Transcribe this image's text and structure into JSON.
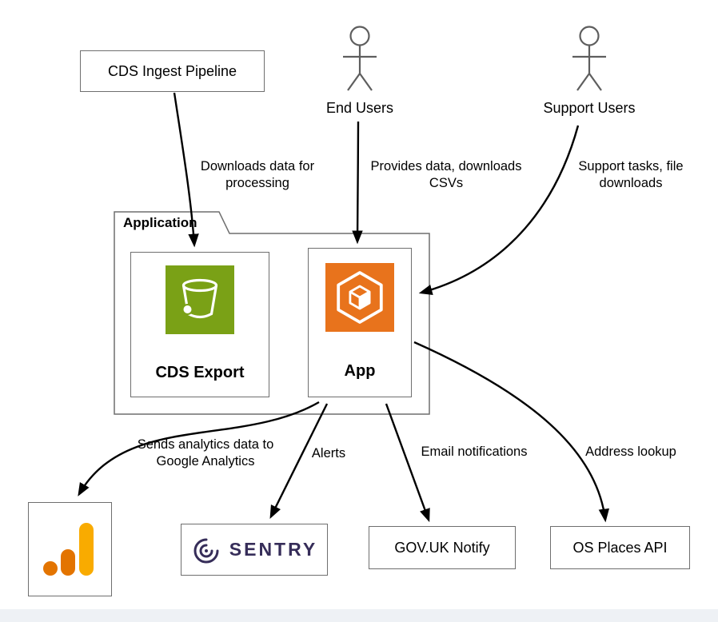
{
  "colors": {
    "s3_green": "#7AA116",
    "ecs_orange": "#E8731C",
    "sentry_purple": "#362D59",
    "ga_yellow": "#F9AB00",
    "ga_orange": "#E37400",
    "box_border": "#6F6F6F",
    "actor_gray": "#5E5E5E",
    "arrow_color": "#000000"
  },
  "nodes": {
    "cds_ingest_pipeline": {
      "label": "CDS Ingest Pipeline"
    },
    "end_users": {
      "label": "End Users",
      "icon": "person-actor-icon"
    },
    "support_users": {
      "label": "Support Users",
      "icon": "person-actor-icon"
    },
    "application_boundary": {
      "label": "Application"
    },
    "cds_export": {
      "label": "CDS Export",
      "icon": "aws-s3-bucket-icon"
    },
    "app": {
      "label": "App",
      "icon": "aws-ecs-icon"
    },
    "google_analytics": {
      "icon": "google-analytics-logo"
    },
    "sentry": {
      "label": "SENTRY",
      "icon": "sentry-logo"
    },
    "govuk_notify": {
      "label": "GOV.UK Notify"
    },
    "os_places_api": {
      "label": "OS Places API"
    }
  },
  "edges": {
    "ingest_to_cds_export": {
      "label": "Downloads data for\nprocessing"
    },
    "end_users_to_app": {
      "label": "Provides data, downloads\nCSVs"
    },
    "support_users_to_app": {
      "label": "Support tasks, file\ndownloads"
    },
    "app_to_google_analytics": {
      "label": "Sends analytics data to\nGoogle Analytics"
    },
    "app_to_sentry": {
      "label": "Alerts"
    },
    "app_to_govuk_notify": {
      "label": "Email notifications"
    },
    "app_to_os_places": {
      "label": "Address lookup"
    }
  }
}
